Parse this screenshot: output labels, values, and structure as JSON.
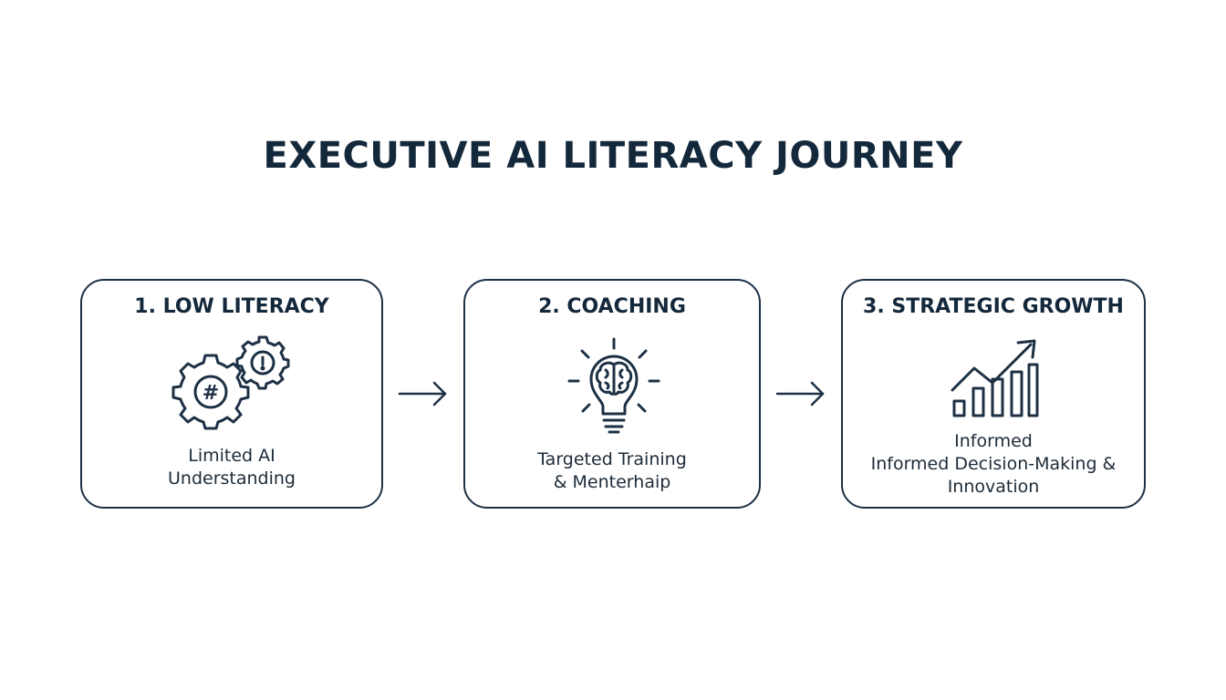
{
  "title": "EXECUTIVE AI LITERACY JOURNEY",
  "steps": [
    {
      "heading": "1. LOW LITERACY",
      "icon": "gears-icon",
      "lines": [
        "Limited AI",
        "Understanding"
      ]
    },
    {
      "heading": "2. COACHING",
      "icon": "lightbulb-brain-icon",
      "lines": [
        "Targeted Training",
        "& Menterhaip"
      ]
    },
    {
      "heading": "3. STRATEGIC GROWTH",
      "icon": "growth-chart-icon",
      "lines": [
        "Informed",
        "Informed Decision-Making &",
        "Innovation"
      ]
    }
  ],
  "colors": {
    "ink": "#162a3e",
    "background": "#ffffff"
  }
}
